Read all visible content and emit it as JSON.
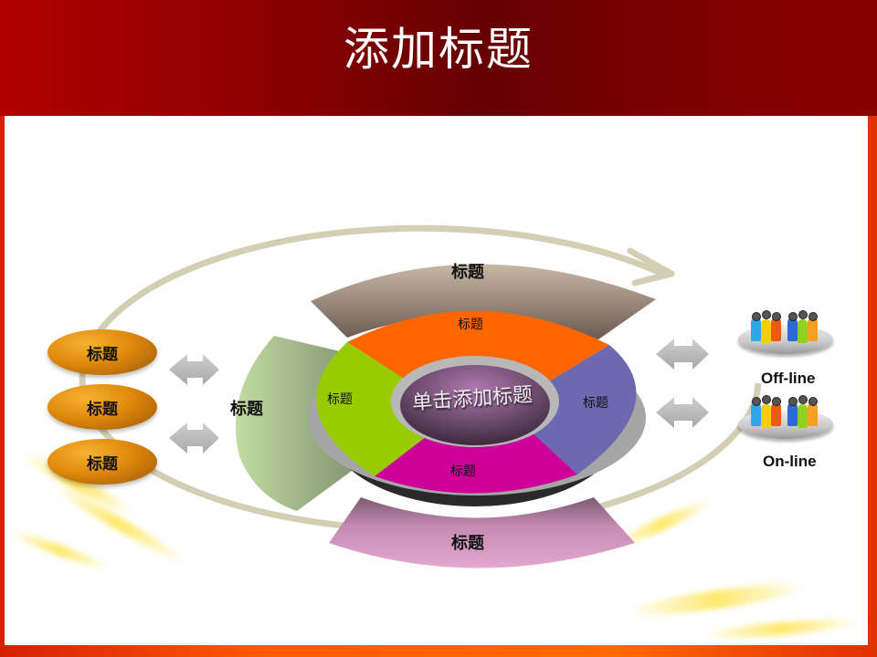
{
  "header": {
    "title": "添加标题"
  },
  "diagram": {
    "center_label": "单击添加标题",
    "inner_ring": [
      {
        "position": "top",
        "label": "标题",
        "color": "#ff6600"
      },
      {
        "position": "right",
        "label": "标题",
        "color": "#6e68b0"
      },
      {
        "position": "bottom",
        "label": "标题",
        "color": "#cc0099"
      },
      {
        "position": "left",
        "label": "标题",
        "color": "#99cc00"
      }
    ],
    "outer_segments": [
      {
        "position": "top",
        "label": "标题",
        "color": "#c4b09e"
      },
      {
        "position": "left",
        "label": "标题",
        "color": "#b5d08f"
      },
      {
        "position": "bottom",
        "label": "标题",
        "color": "#d99cc4"
      }
    ],
    "left_items": [
      {
        "label": "标题"
      },
      {
        "label": "标题"
      },
      {
        "label": "标题"
      }
    ],
    "right_groups": [
      {
        "label": "Off-line",
        "icon": "people-group-icon"
      },
      {
        "label": "On-line",
        "icon": "people-group-icon"
      }
    ],
    "colors": {
      "accent_ring": "#d4cfb4",
      "arrow_gray": "#b8b8b8",
      "pill_orange": "#e08a0c"
    }
  }
}
